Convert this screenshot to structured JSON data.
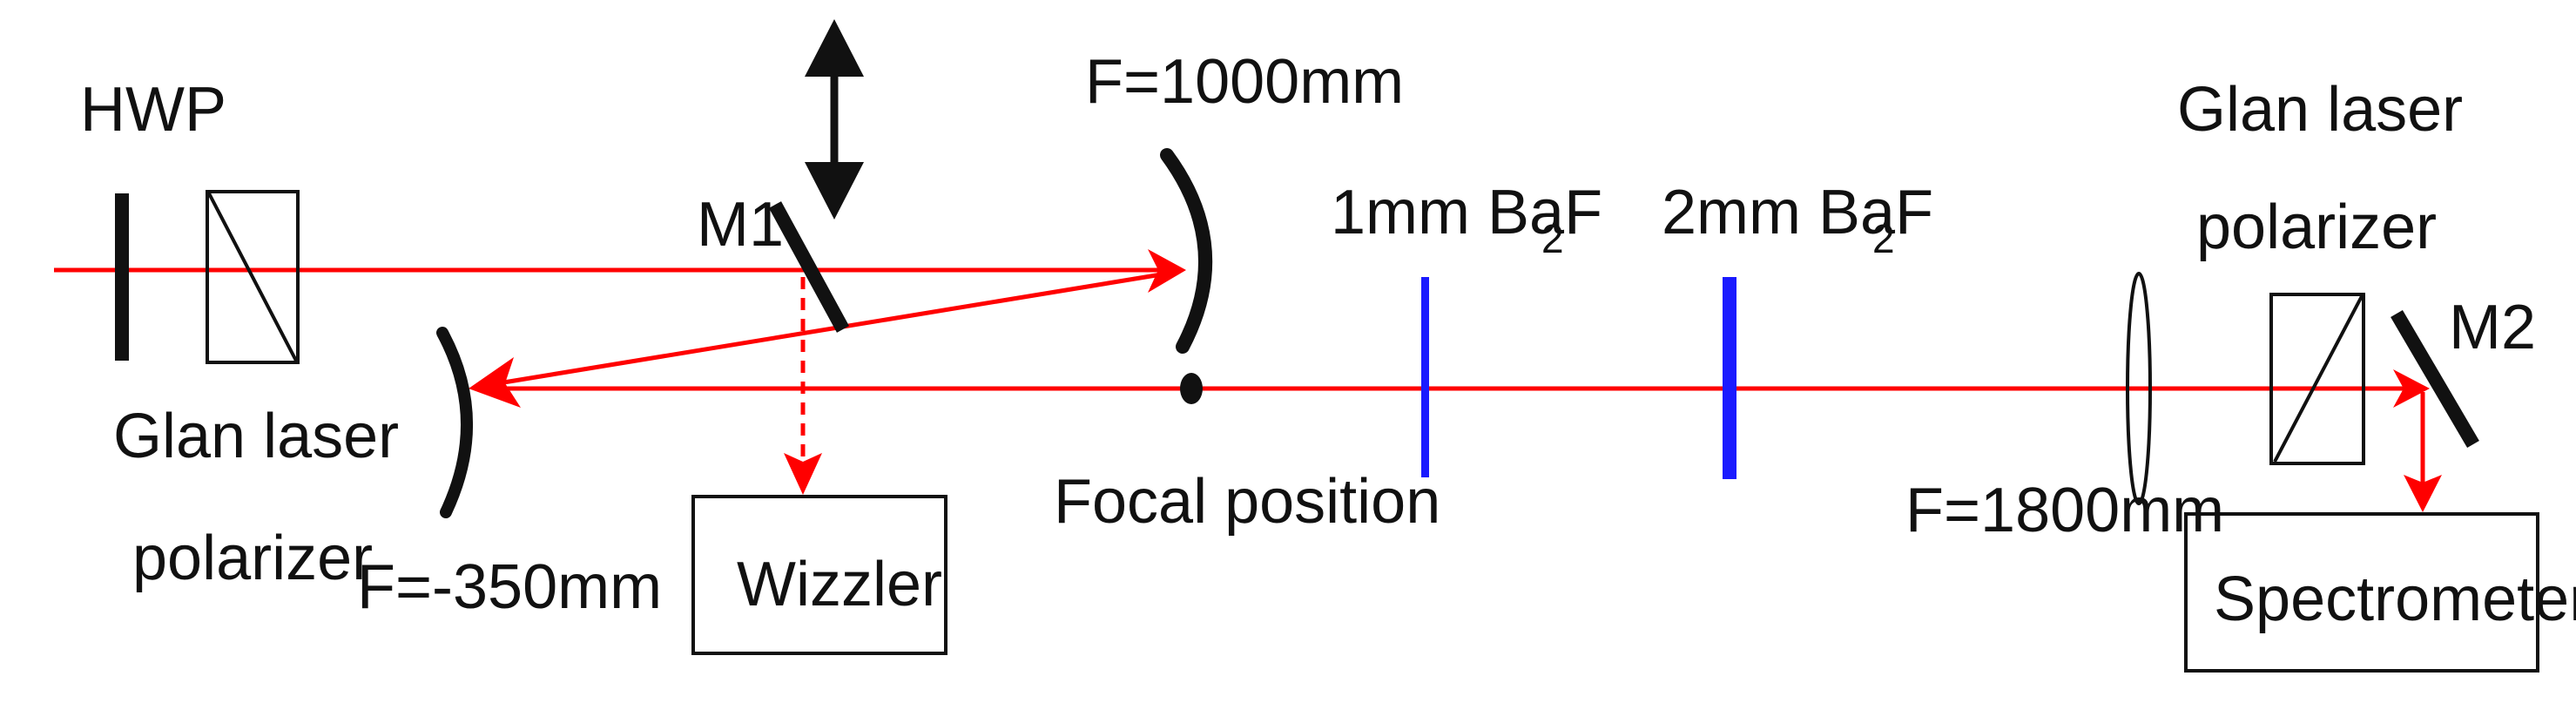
{
  "colors": {
    "beam": "#ff0000",
    "optic": "#111111",
    "window": "#1a1aff",
    "background": "#ffffff"
  },
  "labels": {
    "hwp": "HWP",
    "glan_polarizer_1_line1": "Glan laser",
    "glan_polarizer_1_line2": "polarizer",
    "m1": "M1",
    "f_convex": "F=-350mm",
    "wizzler": "Wizzler",
    "f_concave": "F=1000mm",
    "focal_position": "Focal position",
    "baf2_1_prefix": "1mm BaF",
    "baf2_2_prefix": "2mm BaF",
    "baf2_subscript": "2",
    "f_lens": "F=1800mm",
    "glan_polarizer_2_line1": "Glan laser",
    "glan_polarizer_2_line2": "polarizer",
    "m2": "M2",
    "spectrometer": "Spectrometer"
  },
  "icons": {
    "translation_stage": "double-arrow-icon",
    "focus_marker": "dot-icon",
    "lens": "lens-icon",
    "polarizer": "polarizer-cube-icon",
    "mirror": "flat-mirror-icon",
    "curved_mirror": "curved-mirror-icon"
  }
}
